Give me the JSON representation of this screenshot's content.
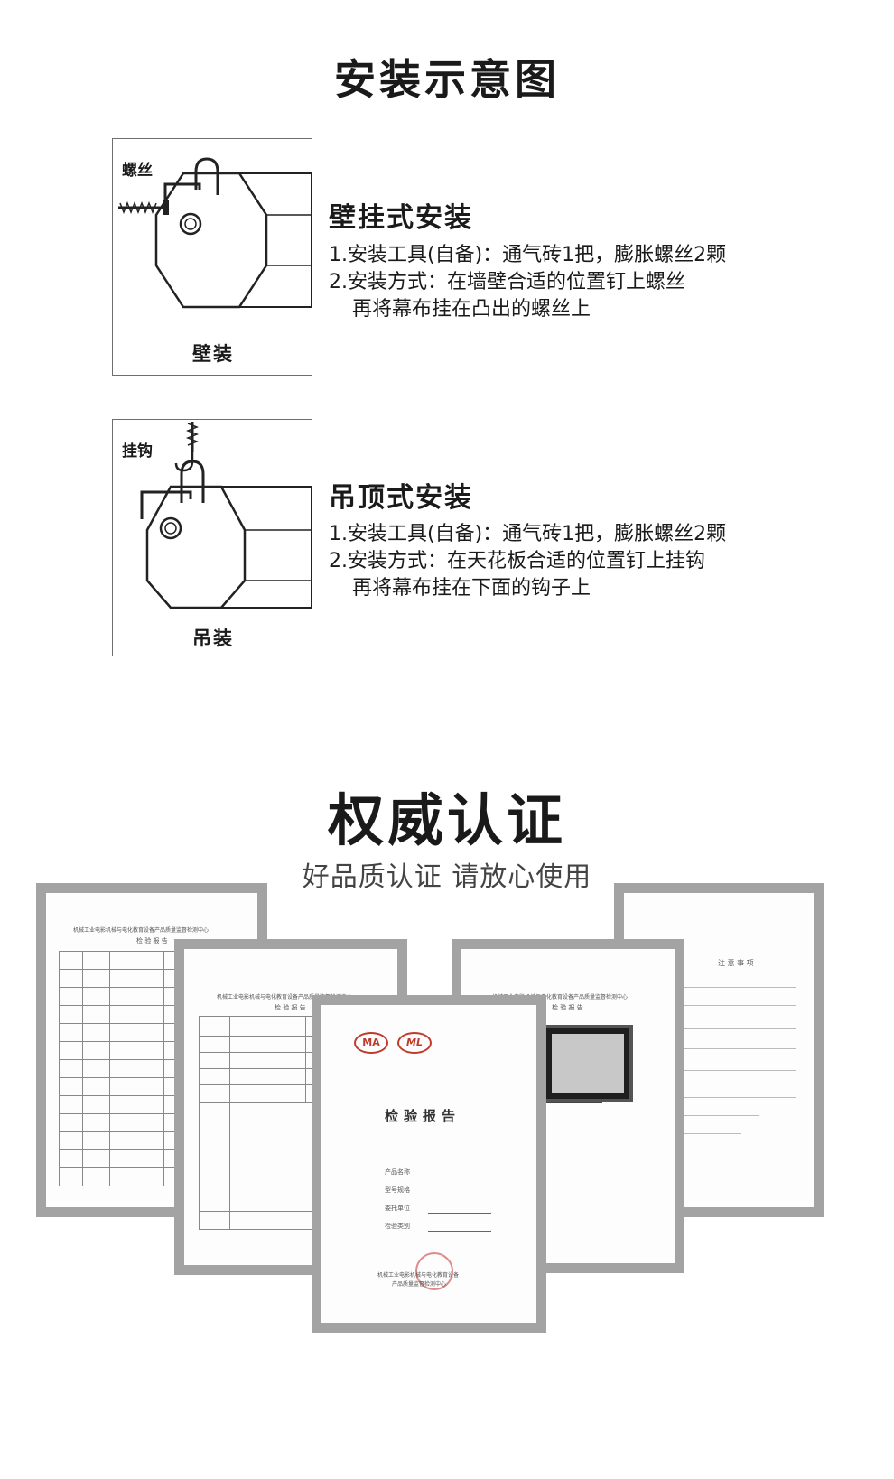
{
  "install": {
    "title": "安装示意图",
    "wall": {
      "tag": "螺丝",
      "caption": "壁装",
      "title": "壁挂式安装",
      "line1": "1.安装工具(自备)：通气砖1把，膨胀螺丝2颗",
      "line2": "2.安装方式：在墙壁合适的位置钉上螺丝",
      "line3": "再将幕布挂在凸出的螺丝上"
    },
    "ceiling": {
      "tag": "挂钩",
      "caption": "吊装",
      "title": "吊顶式安装",
      "line1": "1.安装工具(自备)：通气砖1把，膨胀螺丝2颗",
      "line2": "2.安装方式：在天花板合适的位置钉上挂钩",
      "line3": "再将幕布挂在下面的钩子上"
    }
  },
  "cert": {
    "title": "权威认证",
    "subtitle": "好品质认证 请放心使用",
    "doc1": {
      "header": "机械工业电影机械与电化教育设备产品质量监督检测中心",
      "heading": "检 验 报 告"
    },
    "doc2": {
      "header": "机械工业电影机械与电化教育设备产品质量监督检测中心",
      "heading": "检 验 报 告"
    },
    "doc3": {
      "logo_ma": "MA",
      "logo_ml": "ML",
      "heading": "检验报告",
      "fields": [
        "产品名称",
        "型号规格",
        "委托单位",
        "检验类别"
      ],
      "footer1": "机械工业电影机械与电化教育设备",
      "footer2": "产品质量监督检测中心"
    },
    "doc4": {
      "header": "机械工业电影机械与电化教育设备产品质量监督检测中心",
      "heading": "检 验 报 告"
    },
    "doc5": {
      "heading": "注 意 事 项"
    }
  }
}
